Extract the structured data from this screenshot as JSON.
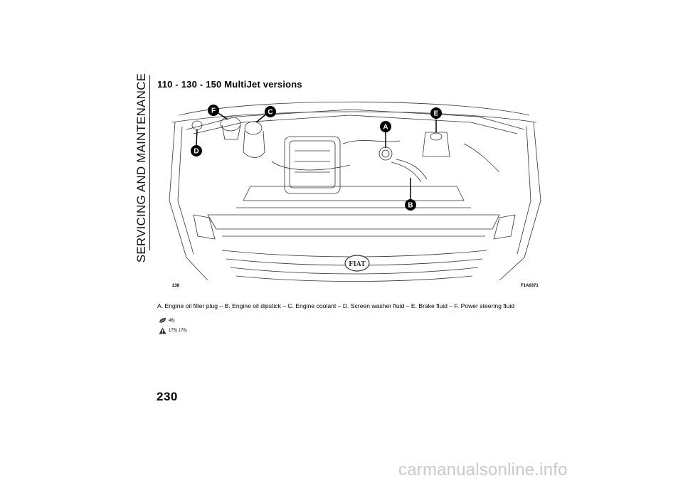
{
  "section_title": "SERVICING AND MAINTENANCE",
  "heading": "110 - 130 - 150 MultiJet versions",
  "figure": {
    "number": "238",
    "code": "F1A0371",
    "labels": [
      "F",
      "C",
      "E",
      "A",
      "D",
      "B"
    ],
    "logo_text": "FIAT"
  },
  "caption": "A. Engine oil filler plug – B. Engine oil dipstick – C. Engine coolant – D. Screen washer fluid – E. Brake fluid – F. Power steering fluid",
  "refs": {
    "env_icon": "environment-leaf-icon",
    "env_refs": "46)",
    "warn_icon": "warning-triangle-icon",
    "warn_refs": "175) 176)"
  },
  "page_number": "230",
  "watermark": "carmanualsonline.info"
}
